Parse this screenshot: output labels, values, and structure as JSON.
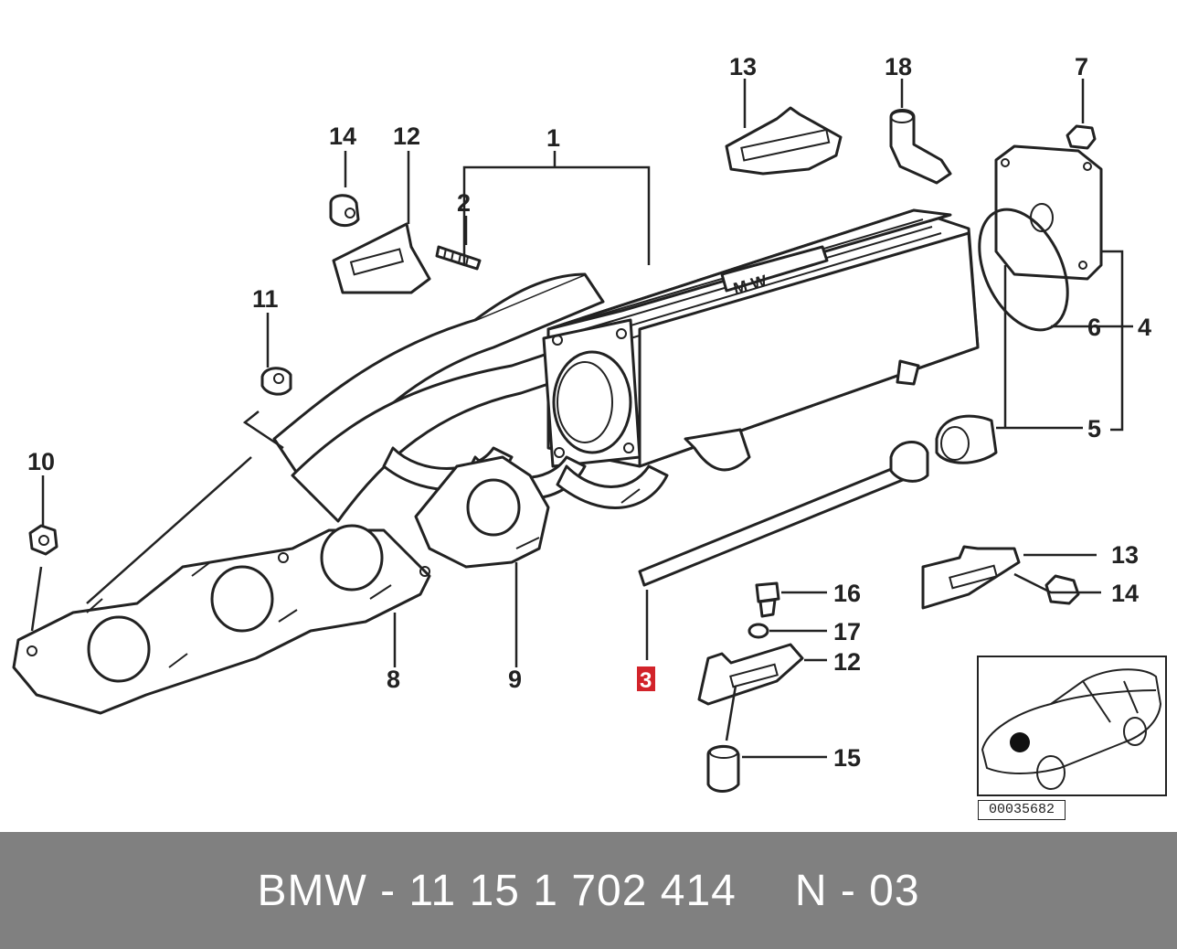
{
  "callouts": [
    "1",
    "2",
    "3",
    "4",
    "5",
    "6",
    "7",
    "8",
    "9",
    "10",
    "11",
    "12",
    "12",
    "13",
    "13",
    "14",
    "14",
    "15",
    "16",
    "17",
    "18"
  ],
  "highlight_callout": "3",
  "highlight_color": "#d2232a",
  "reference_number": "00035682",
  "footer": {
    "part_number": "BMW - 11 15 1 702 414",
    "position": "N - 03"
  },
  "footer_color": "#808080"
}
